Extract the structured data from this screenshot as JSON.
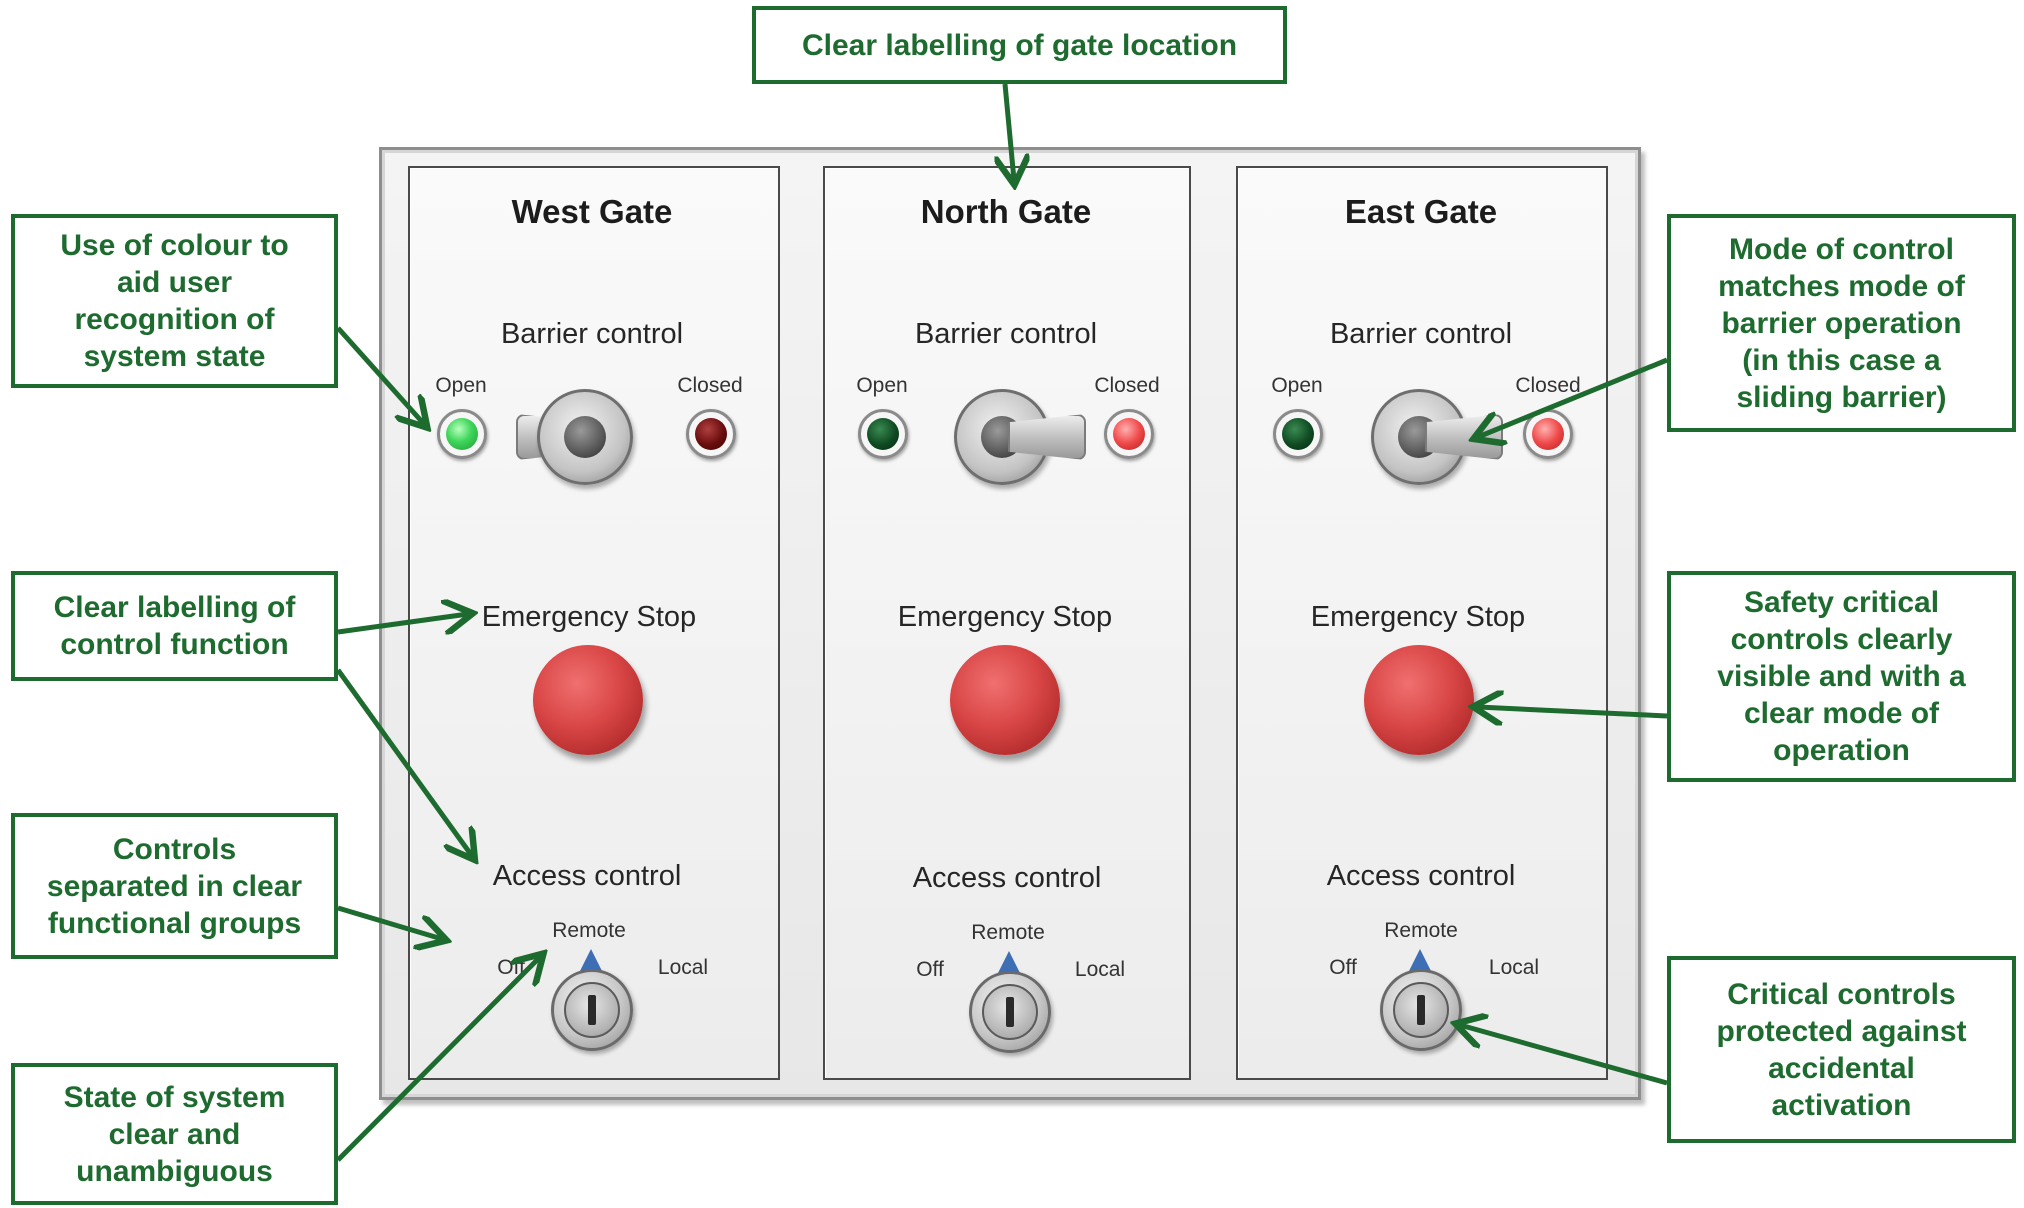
{
  "callouts": {
    "gate_location": "Clear labelling of gate location",
    "colour": [
      "Use of colour to",
      "aid user",
      "recognition of",
      "system state"
    ],
    "function": [
      "Clear labelling of",
      "control function"
    ],
    "groups": [
      "Controls",
      "separated in clear",
      "functional groups"
    ],
    "state": [
      "State of system",
      "clear and",
      "unambiguous"
    ],
    "mode": [
      "Mode of control",
      "matches mode of",
      "barrier operation",
      "(in this case a",
      "sliding barrier)"
    ],
    "safety": [
      "Safety critical",
      "controls clearly",
      "visible and with a",
      "clear mode of",
      "operation"
    ],
    "protected": [
      "Critical controls",
      "protected against",
      "accidental",
      "activation"
    ]
  },
  "labels": {
    "barrier_control": "Barrier control",
    "open": "Open",
    "closed": "Closed",
    "emergency_stop": "Emergency Stop",
    "access_control": "Access control",
    "remote": "Remote",
    "off": "Off",
    "local": "Local"
  },
  "gates": [
    {
      "title": "West Gate",
      "open_lamp": "on",
      "closed_lamp": "off",
      "toggle_position": "open",
      "key_position": "remote"
    },
    {
      "title": "North Gate",
      "open_lamp": "off",
      "closed_lamp": "on",
      "toggle_position": "closed",
      "key_position": "remote"
    },
    {
      "title": "East Gate",
      "open_lamp": "off",
      "closed_lamp": "on",
      "toggle_position": "closed",
      "key_position": "remote"
    }
  ],
  "colors": {
    "callout_green": "#1e6b2f",
    "lamp_green_on": "#3fd65a",
    "lamp_green_off": "#0f4a22",
    "lamp_red_on": "#f04a4a",
    "lamp_red_off": "#6a0d0d",
    "estop_red": "#d94646",
    "key_pointer_blue": "#3e6fb5"
  }
}
